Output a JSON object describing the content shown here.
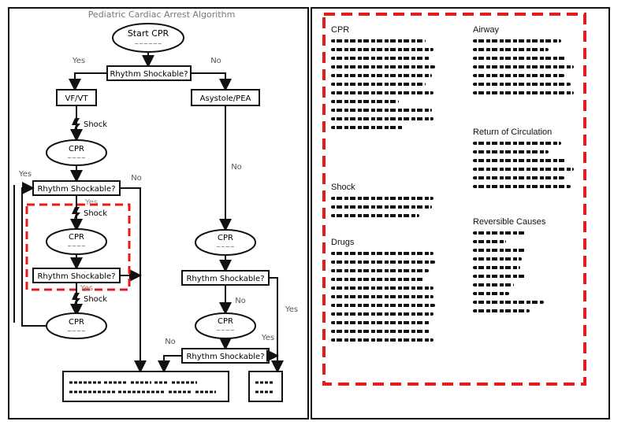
{
  "diagram": {
    "title": "Pediatric Cardiac Arrest Algorithm",
    "nodes": {
      "start": {
        "label": "Start CPR",
        "sub": "~~~~~~"
      },
      "q1": {
        "label": "Rhythm Shockable?"
      },
      "vfvt": {
        "label": "VF/VT"
      },
      "asystole": {
        "label": "Asystole/PEA"
      },
      "shock1": {
        "label": "Shock"
      },
      "cpr1": {
        "label": "CPR",
        "sub": "~~~~"
      },
      "q2": {
        "label": "Rhythm Shockable?"
      },
      "shock2": {
        "label": "Shock"
      },
      "cpr2": {
        "label": "CPR",
        "sub": "~~~~"
      },
      "q3": {
        "label": "Rhythm Shockable?"
      },
      "shock3": {
        "label": "Shock"
      },
      "cpr3": {
        "label": "CPR",
        "sub": "~~~~"
      },
      "cpr_r1": {
        "label": "CPR",
        "sub": "~~~~"
      },
      "q_r1": {
        "label": "Rhythm Shockable?"
      },
      "cpr_r2": {
        "label": "CPR",
        "sub": "~~~~"
      },
      "q_r2": {
        "label": "Rhythm Shockable?"
      }
    },
    "edge_labels": {
      "yes_top": "Yes",
      "no_top": "No",
      "no_right": "No",
      "yes_q2": "Yes",
      "no_q2": "No",
      "yes_q3": "Yes",
      "no_qr1": "No",
      "yes_qr1": "Yes",
      "no_qr2": "No",
      "yes_qr2": "Yes"
    }
  },
  "sections": {
    "cpr": "CPR",
    "shock": "Shock",
    "drugs": "Drugs",
    "airway": "Airway",
    "roc": "Return of Circulation",
    "reversible": "Reversible Causes"
  },
  "colors": {
    "highlight": "#e31b1b",
    "ink": "#111111"
  }
}
